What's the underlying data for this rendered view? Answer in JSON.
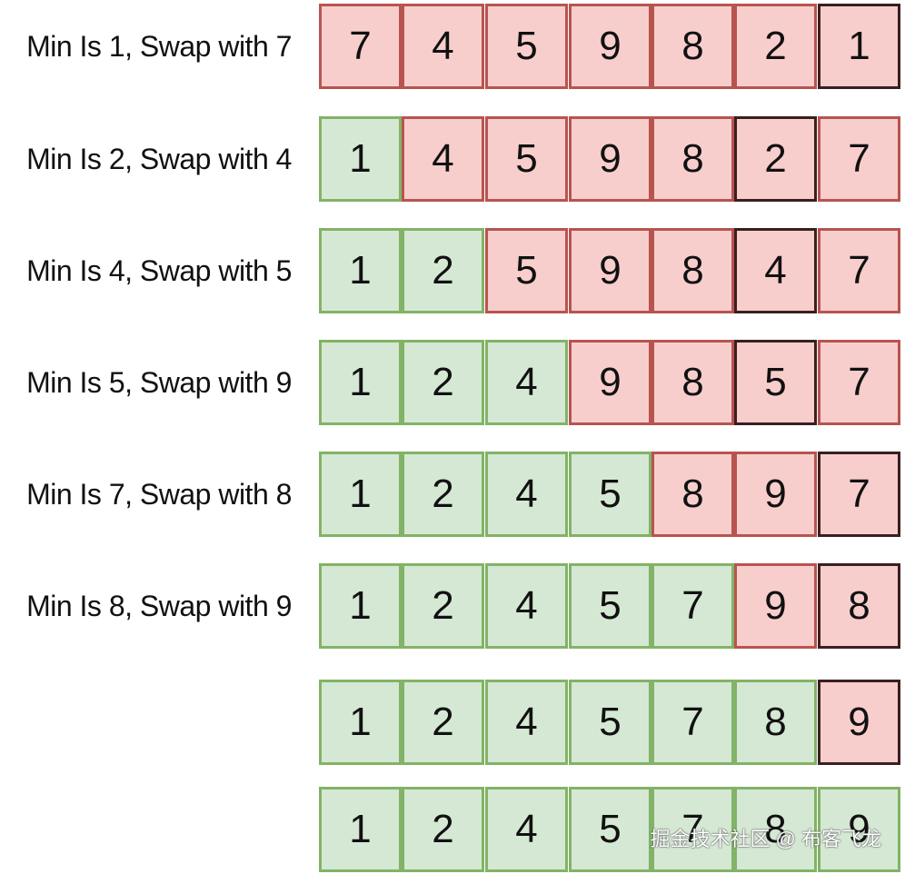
{
  "rows": [
    {
      "label": "Min Is 1, Swap with 7",
      "cells": [
        {
          "value": "7",
          "state": "unsorted"
        },
        {
          "value": "4",
          "state": "unsorted"
        },
        {
          "value": "5",
          "state": "unsorted"
        },
        {
          "value": "9",
          "state": "unsorted"
        },
        {
          "value": "8",
          "state": "unsorted"
        },
        {
          "value": "2",
          "state": "unsorted"
        },
        {
          "value": "1",
          "state": "unsorted",
          "minimum": true
        }
      ]
    },
    {
      "label": "Min Is 2, Swap with 4",
      "cells": [
        {
          "value": "1",
          "state": "sorted"
        },
        {
          "value": "4",
          "state": "unsorted"
        },
        {
          "value": "5",
          "state": "unsorted"
        },
        {
          "value": "9",
          "state": "unsorted"
        },
        {
          "value": "8",
          "state": "unsorted"
        },
        {
          "value": "2",
          "state": "unsorted",
          "minimum": true
        },
        {
          "value": "7",
          "state": "unsorted"
        }
      ]
    },
    {
      "label": "Min Is 4, Swap with 5",
      "cells": [
        {
          "value": "1",
          "state": "sorted"
        },
        {
          "value": "2",
          "state": "sorted"
        },
        {
          "value": "5",
          "state": "unsorted"
        },
        {
          "value": "9",
          "state": "unsorted"
        },
        {
          "value": "8",
          "state": "unsorted"
        },
        {
          "value": "4",
          "state": "unsorted",
          "minimum": true
        },
        {
          "value": "7",
          "state": "unsorted"
        }
      ]
    },
    {
      "label": "Min Is 5, Swap with 9",
      "cells": [
        {
          "value": "1",
          "state": "sorted"
        },
        {
          "value": "2",
          "state": "sorted"
        },
        {
          "value": "4",
          "state": "sorted"
        },
        {
          "value": "9",
          "state": "unsorted"
        },
        {
          "value": "8",
          "state": "unsorted"
        },
        {
          "value": "5",
          "state": "unsorted",
          "minimum": true
        },
        {
          "value": "7",
          "state": "unsorted"
        }
      ]
    },
    {
      "label": "Min Is 7, Swap with 8",
      "cells": [
        {
          "value": "1",
          "state": "sorted"
        },
        {
          "value": "2",
          "state": "sorted"
        },
        {
          "value": "4",
          "state": "sorted"
        },
        {
          "value": "5",
          "state": "sorted"
        },
        {
          "value": "8",
          "state": "unsorted"
        },
        {
          "value": "9",
          "state": "unsorted"
        },
        {
          "value": "7",
          "state": "unsorted",
          "minimum": true
        }
      ]
    },
    {
      "label": "Min Is 8, Swap with 9",
      "cells": [
        {
          "value": "1",
          "state": "sorted"
        },
        {
          "value": "2",
          "state": "sorted"
        },
        {
          "value": "4",
          "state": "sorted"
        },
        {
          "value": "5",
          "state": "sorted"
        },
        {
          "value": "7",
          "state": "sorted"
        },
        {
          "value": "9",
          "state": "unsorted"
        },
        {
          "value": "8",
          "state": "unsorted",
          "minimum": true
        }
      ]
    },
    {
      "label": "",
      "cells": [
        {
          "value": "1",
          "state": "sorted"
        },
        {
          "value": "2",
          "state": "sorted"
        },
        {
          "value": "4",
          "state": "sorted"
        },
        {
          "value": "5",
          "state": "sorted"
        },
        {
          "value": "7",
          "state": "sorted"
        },
        {
          "value": "8",
          "state": "sorted"
        },
        {
          "value": "9",
          "state": "unsorted",
          "minimum": true
        }
      ]
    },
    {
      "label": "",
      "cells": [
        {
          "value": "1",
          "state": "sorted"
        },
        {
          "value": "2",
          "state": "sorted"
        },
        {
          "value": "4",
          "state": "sorted"
        },
        {
          "value": "5",
          "state": "sorted"
        },
        {
          "value": "7",
          "state": "sorted"
        },
        {
          "value": "8",
          "state": "sorted"
        },
        {
          "value": "9",
          "state": "sorted"
        }
      ]
    }
  ],
  "watermark": "掘金技术社区 @ 布客飞龙",
  "colors": {
    "sorted_fill": "#d5e8d4",
    "sorted_border": "#82b366",
    "unsorted_fill": "#f8cecc",
    "unsorted_border": "#b85450",
    "minimum_border": "#3a1f1f"
  }
}
